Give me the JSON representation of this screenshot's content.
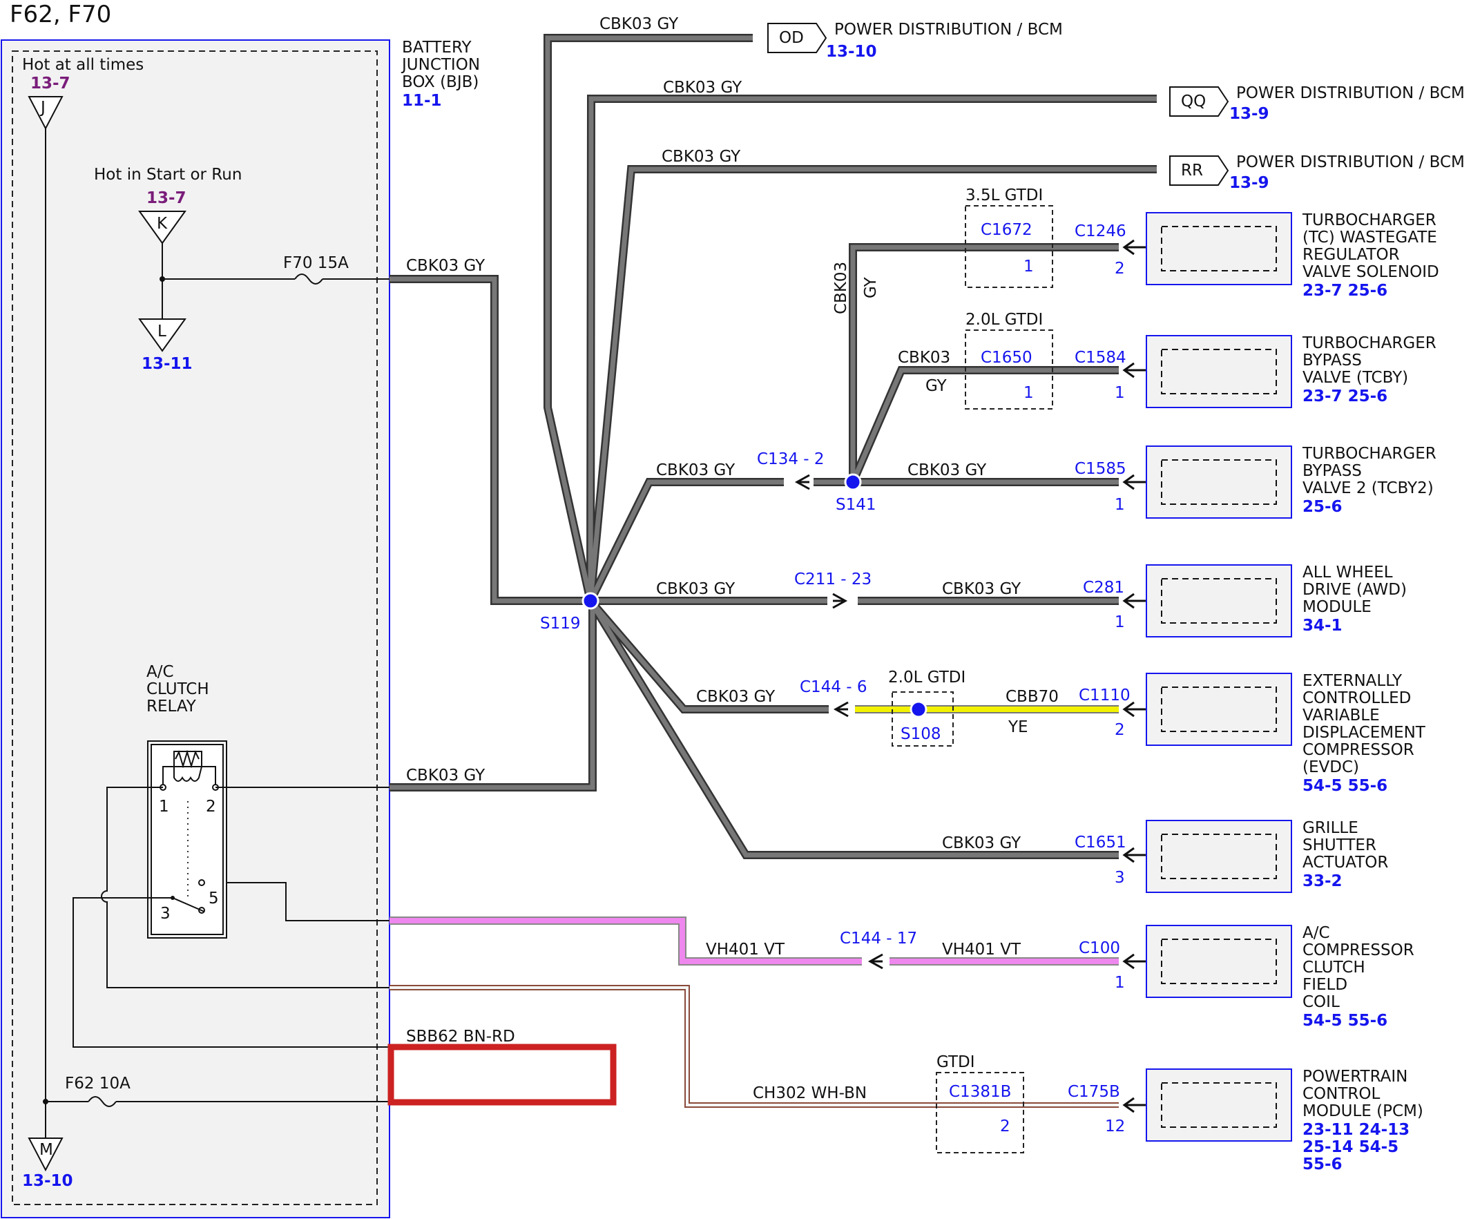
{
  "title": "F62, F70",
  "bjb": {
    "hot_all_times": "Hot at all times",
    "hot_all_ref": "13-7",
    "connector_j": "J",
    "hot_start_run": "Hot in Start or Run",
    "hot_start_ref": "13-7",
    "connector_k": "K",
    "connector_l": "L",
    "l_ref": "13-11",
    "connector_m": "M",
    "m_ref": "13-10",
    "name_line1": "BATTERY",
    "name_line2": "JUNCTION",
    "name_line3": "BOX (BJB)",
    "name_ref": "11-1",
    "fuse_f70": "F70  15A",
    "fuse_f62": "F62  10A",
    "relay_line1": "A/C",
    "relay_line2": "CLUTCH",
    "relay_line3": "RELAY",
    "relay_pin1": "1",
    "relay_pin2": "2",
    "relay_pin3": "3",
    "relay_pin5": "5"
  },
  "wires": {
    "cbk03_gy": "CBK03  GY",
    "cbk03": "CBK03",
    "gy": "GY",
    "cbb70": "CBB70",
    "ye": "YE",
    "vh401_vt": "VH401  VT",
    "sbb62": "SBB62  BN-RD",
    "ch302": "CH302  WH-BN"
  },
  "splices": {
    "s119": "S119",
    "s141": "S141",
    "s108": "S108"
  },
  "inline_connectors": {
    "c134": "C134 - 2",
    "c211": "C211 - 23",
    "c144_6": "C144 - 6",
    "c144_17": "C144 - 17"
  },
  "options": {
    "gtdi35": "3.5L GTDI",
    "gtdi20a": "2.0L GTDI",
    "gtdi20b": "2.0L GTDI",
    "gtdi": "GTDI"
  },
  "offpage": {
    "od": {
      "tag": "OD",
      "label": "POWER DISTRIBUTION / BCM",
      "ref": "13-10"
    },
    "qq": {
      "tag": "QQ",
      "label": "POWER DISTRIBUTION / BCM",
      "ref": "13-9"
    },
    "rr": {
      "tag": "RR",
      "label": "POWER DISTRIBUTION / BCM",
      "ref": "13-9"
    }
  },
  "components": [
    {
      "name": "TURBOCHARGER (TC) WASTEGATE REGULATOR VALVE SOLENOID",
      "lines": [
        "TURBOCHARGER",
        "(TC) WASTEGATE",
        "REGULATOR",
        "VALVE SOLENOID"
      ],
      "refs": "23-7  25-6",
      "connector": "C1246",
      "pin": "2",
      "inline_conn": "C1672",
      "inline_pin": "1"
    },
    {
      "name": "TURBOCHARGER BYPASS VALVE (TCBY)",
      "lines": [
        "TURBOCHARGER",
        "BYPASS",
        "VALVE (TCBY)"
      ],
      "refs": "23-7  25-6",
      "connector": "C1584",
      "pin": "1",
      "inline_conn": "C1650",
      "inline_pin": "1"
    },
    {
      "name": "TURBOCHARGER BYPASS VALVE 2 (TCBY2)",
      "lines": [
        "TURBOCHARGER",
        "BYPASS",
        "VALVE 2 (TCBY2)"
      ],
      "refs": "25-6",
      "connector": "C1585",
      "pin": "1"
    },
    {
      "name": "ALL WHEEL DRIVE (AWD) MODULE",
      "lines": [
        "ALL WHEEL",
        "DRIVE (AWD)",
        "MODULE"
      ],
      "refs": "34-1",
      "connector": "C281",
      "pin": "1"
    },
    {
      "name": "EXTERNALLY CONTROLLED VARIABLE DISPLACEMENT COMPRESSOR (EVDC)",
      "lines": [
        "EXTERNALLY",
        "CONTROLLED",
        "VARIABLE",
        "DISPLACEMENT",
        "COMPRESSOR",
        "(EVDC)"
      ],
      "refs": "54-5  55-6",
      "connector": "C1110",
      "pin": "2"
    },
    {
      "name": "GRILLE SHUTTER ACTUATOR",
      "lines": [
        "GRILLE",
        "SHUTTER",
        "ACTUATOR"
      ],
      "refs": "33-2",
      "connector": "C1651",
      "pin": "3"
    },
    {
      "name": "A/C COMPRESSOR CLUTCH FIELD COIL",
      "lines": [
        "A/C",
        "COMPRESSOR",
        "CLUTCH",
        "FIELD",
        "COIL"
      ],
      "refs": "54-5  55-6",
      "connector": "C100",
      "pin": "1"
    },
    {
      "name": "POWERTRAIN CONTROL MODULE (PCM)",
      "lines": [
        "POWERTRAIN",
        "CONTROL",
        "MODULE (PCM)"
      ],
      "refs_lines": [
        "23-11 24-13",
        "25-14 54-5",
        "55-6"
      ],
      "connector": "C175B",
      "pin": "12",
      "inline_conn": "C1381B",
      "inline_pin": "2"
    }
  ],
  "colors": {
    "gray_wire": "#777777",
    "yellow_wire": "#f2f200",
    "violet_wire": "#ee88ee",
    "red_wire": "#cc2222",
    "blue": "#1515ee",
    "purple": "#7a1d7a"
  }
}
